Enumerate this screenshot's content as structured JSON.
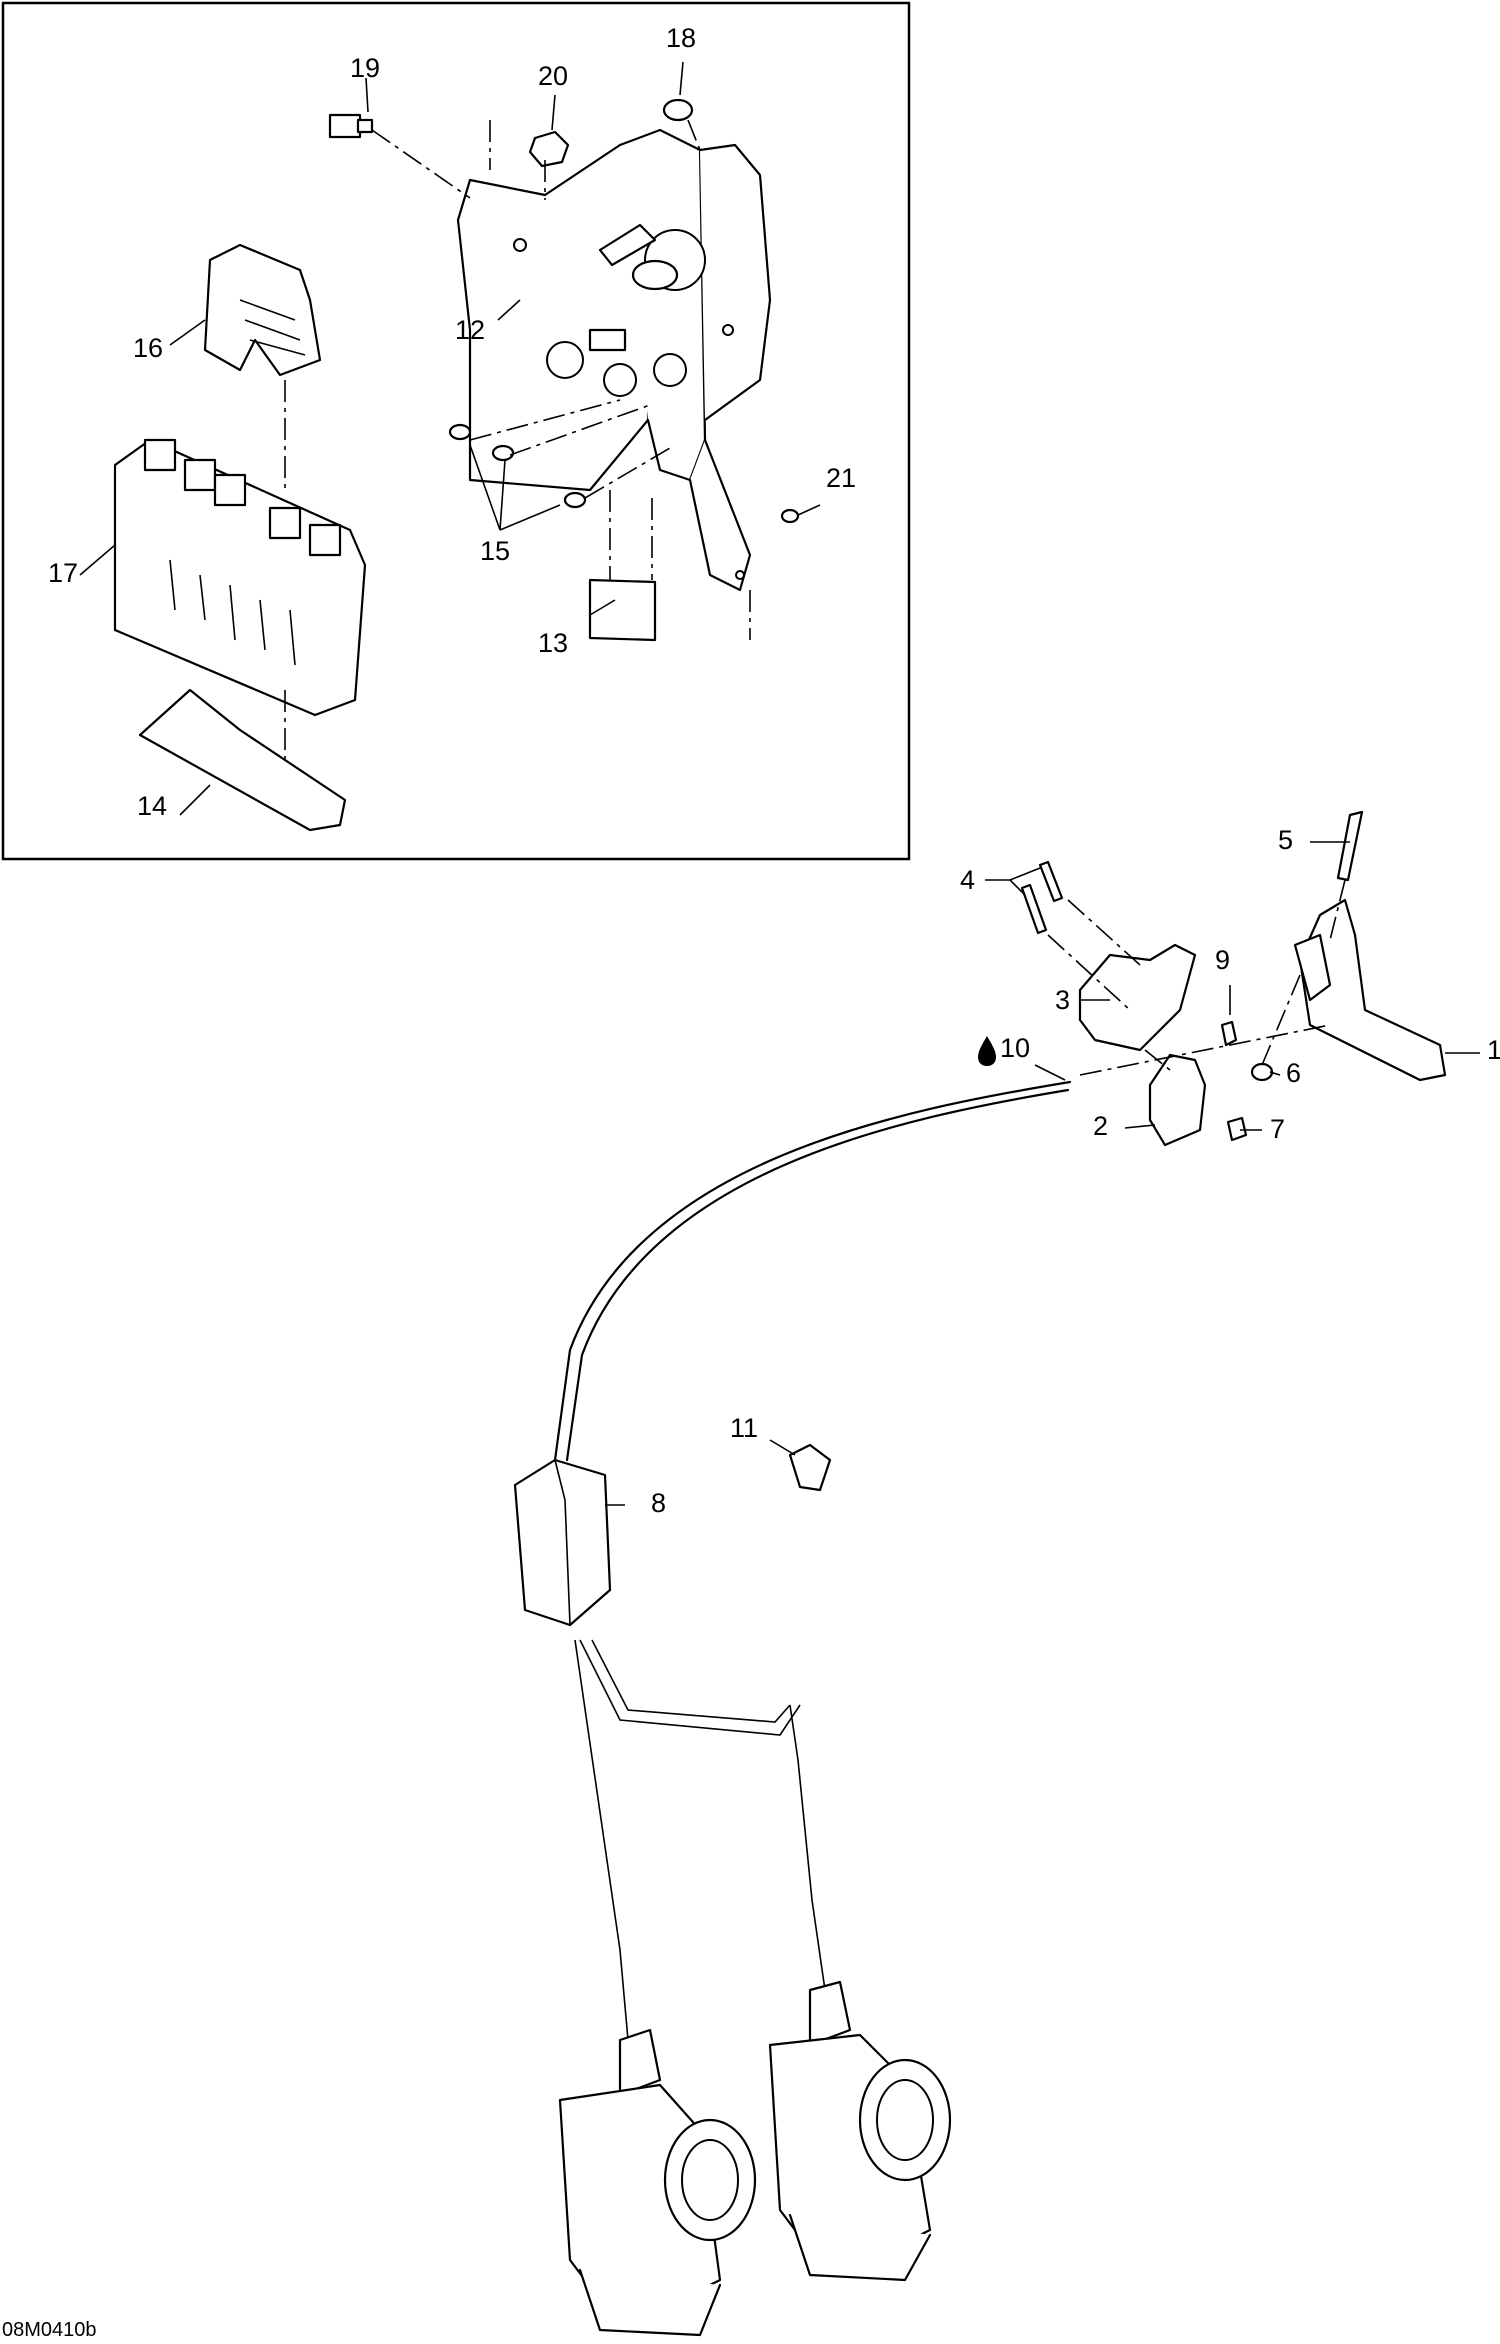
{
  "callouts": {
    "c1": "1",
    "c2": "2",
    "c3": "3",
    "c4": "4",
    "c5": "5",
    "c6": "6",
    "c7": "7",
    "c8": "8",
    "c9": "9",
    "c10": "10",
    "c11": "11",
    "c12": "12",
    "c13": "13",
    "c14": "14",
    "c15": "15",
    "c16": "16",
    "c17": "17",
    "c18": "18",
    "c19": "19",
    "c20": "20",
    "c21": "21"
  },
  "drawing_code": "08M0410b",
  "icons": {
    "oil_drop": "oil-drop-icon"
  }
}
